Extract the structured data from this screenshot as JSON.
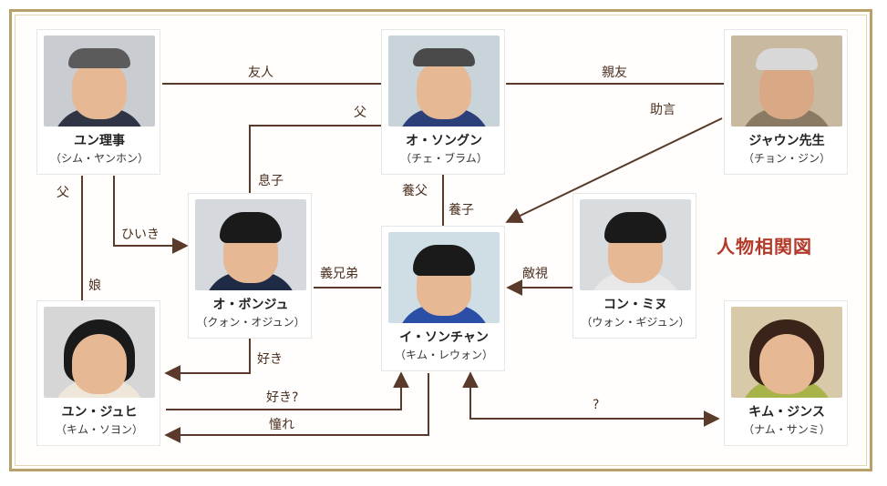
{
  "title": "人物相関図",
  "characters": {
    "yun": {
      "name": "ユン理事",
      "actor": "（シム・ヤンホン）",
      "bg": "#c9ccd0"
    },
    "oh": {
      "name": "オ・ソングン",
      "actor": "（チェ・ブラム）",
      "bg": "#c9d3da"
    },
    "jayun": {
      "name": "ジャウン先生",
      "actor": "（チョン・ジン）",
      "bg": "#c9b9a0"
    },
    "bong": {
      "name": "オ・ボンジュ",
      "actor": "（クォン・オジュン）",
      "bg": "#d5d9de"
    },
    "isun": {
      "name": "イ・ソンチャン",
      "actor": "（キム・レウォン）",
      "bg": "#cfdde5"
    },
    "kon": {
      "name": "コン・ミヌ",
      "actor": "（ウォン・ギジュン）",
      "bg": "#d9dcdf"
    },
    "juhi": {
      "name": "ユン・ジュヒ",
      "actor": "（キム・ソヨン）",
      "bg": "#d6d6d6"
    },
    "jins": {
      "name": "キム・ジンス",
      "actor": "（ナム・サンミ）",
      "bg": "#d8c9a8"
    }
  },
  "relations": {
    "friend": "友人",
    "best_friend": "親友",
    "father_top": "父",
    "advice": "助言",
    "son": "息子",
    "foster_father": "養父",
    "foster_son": "養子",
    "father_left": "父",
    "favor": "ひいき",
    "daughter": "娘",
    "sworn_brother": "義兄弟",
    "hostility": "敵視",
    "likes": "好き",
    "likes_q": "好き?",
    "admire": "憧れ",
    "question": "?"
  },
  "colors": {
    "line": "#5a3a2a",
    "title": "#b23a2a",
    "frame": "#b8a06a"
  }
}
